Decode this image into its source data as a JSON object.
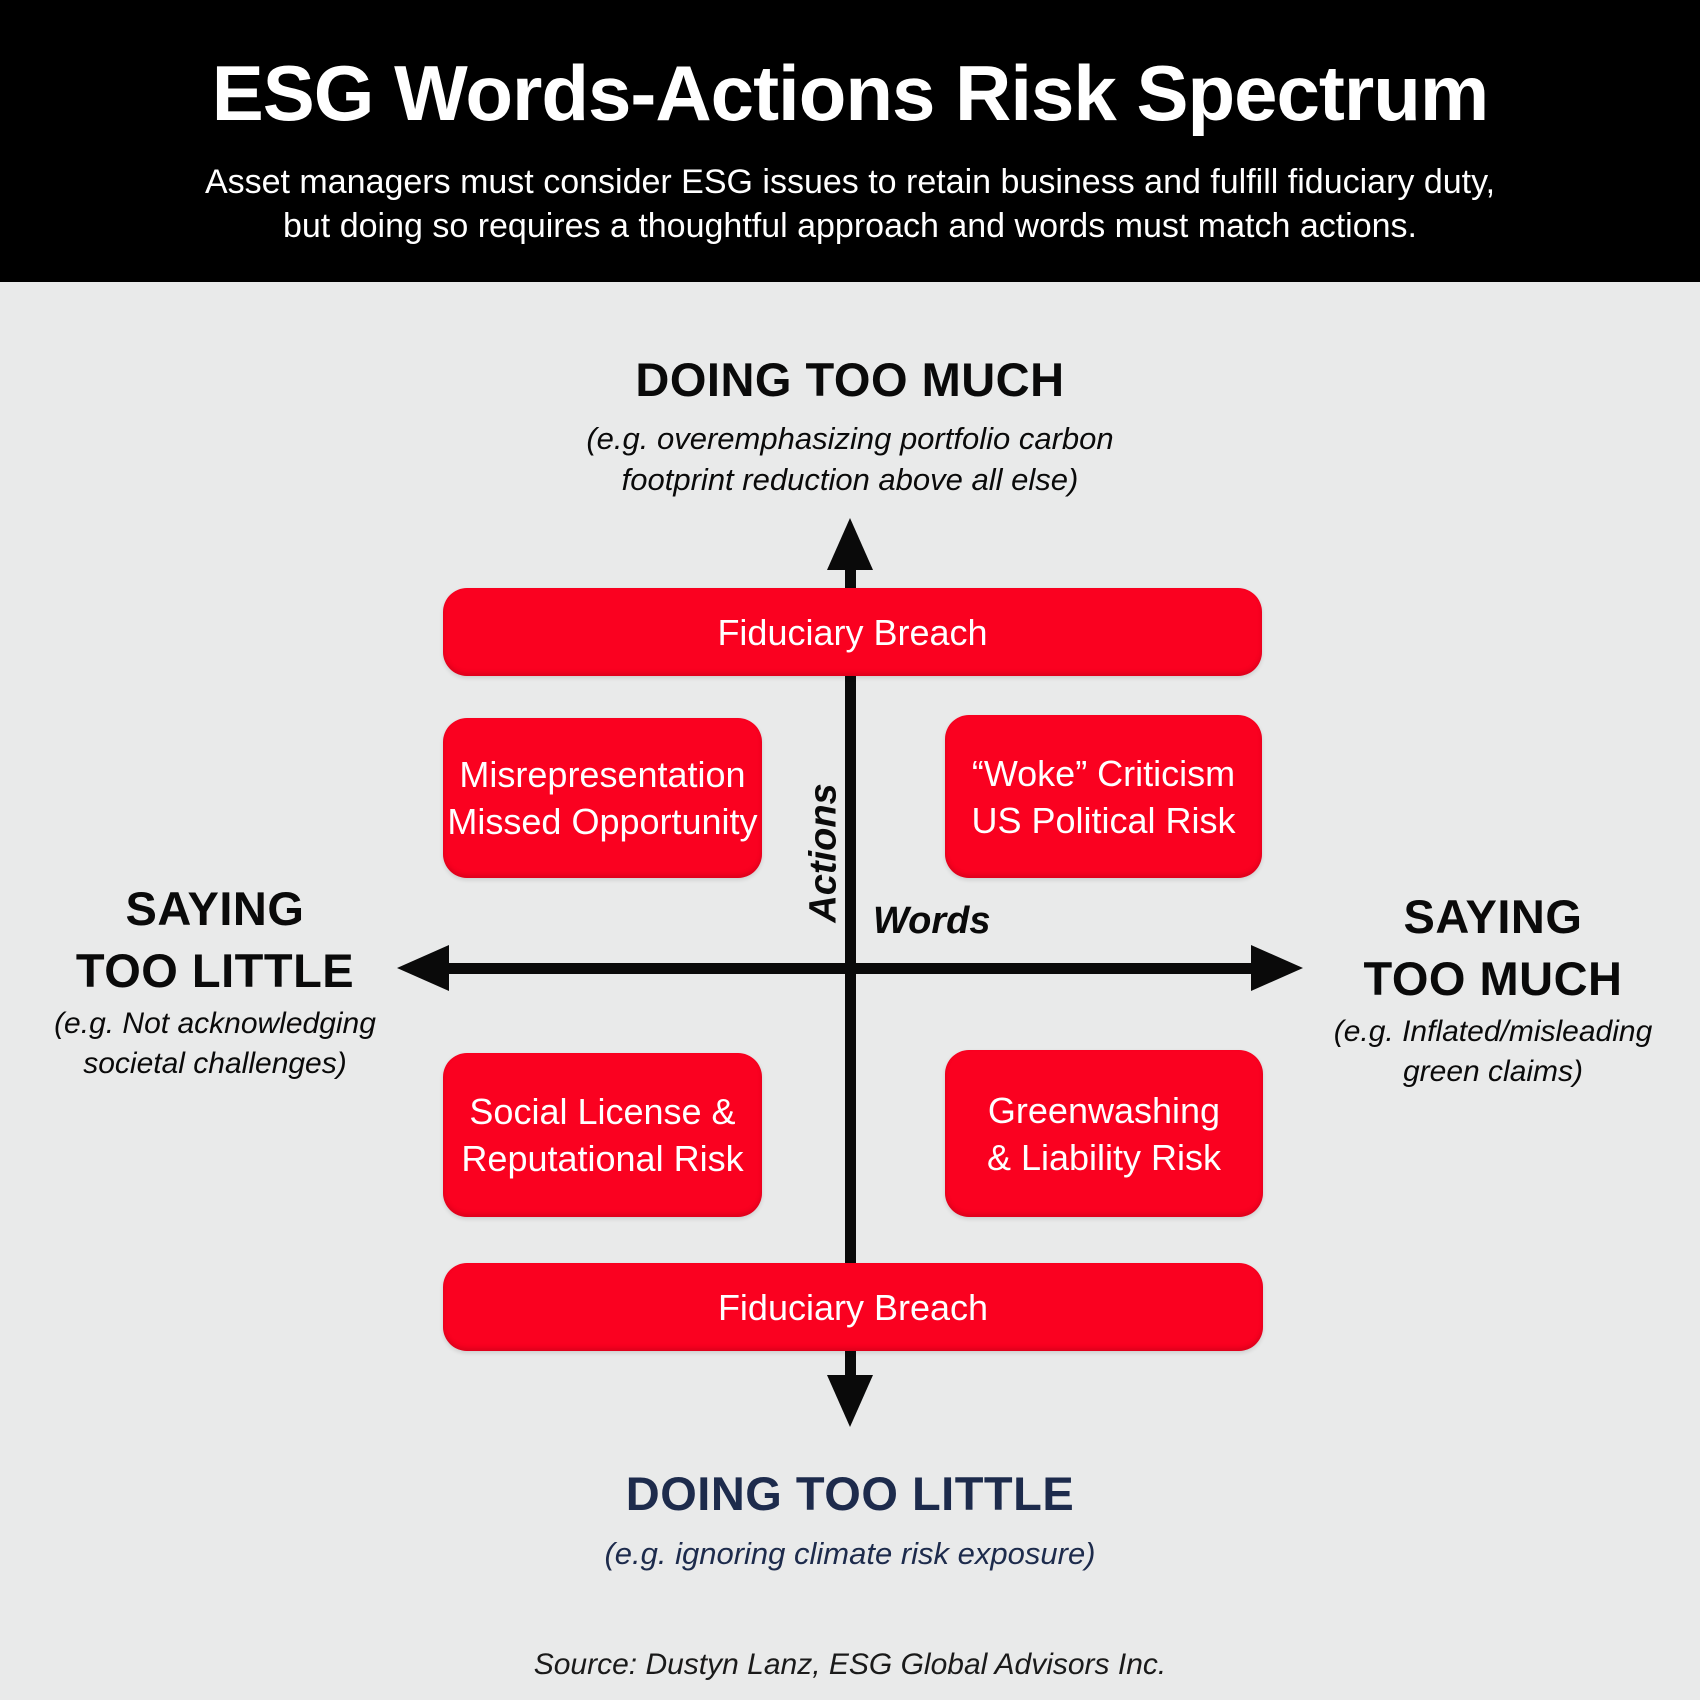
{
  "colors": {
    "header_bg": "#000000",
    "background": "#e9eaea",
    "accent_red": "#fa0120",
    "navy": "#1d2b4c",
    "ink": "#0a0a0a",
    "white": "#ffffff"
  },
  "header": {
    "title": "ESG Words-Actions Risk Spectrum",
    "subtitle_line1": "Asset managers must consider ESG issues to retain business and fulfill fiduciary duty,",
    "subtitle_line2": "but doing so requires a thoughtful approach and words must match actions."
  },
  "axes": {
    "vertical_label": "Actions",
    "horizontal_label": "Words"
  },
  "poles": {
    "top": {
      "title": "DOING TOO MUCH",
      "example_line1": "(e.g. overemphasizing portfolio carbon",
      "example_line2": "footprint reduction above all else)"
    },
    "left": {
      "title_line1": "SAYING",
      "title_line2": "TOO LITTLE",
      "example_line1": "(e.g. Not acknowledging",
      "example_line2": "societal challenges)"
    },
    "right": {
      "title_line1": "SAYING",
      "title_line2": "TOO MUCH",
      "example_line1": "(e.g. Inflated/misleading",
      "example_line2": "green claims)"
    },
    "bottom": {
      "title": "DOING TOO LITTLE",
      "example": "(e.g. ignoring climate risk exposure)"
    }
  },
  "risk_boxes": {
    "top_bar": "Fiduciary Breach",
    "upper_left_line1": "Misrepresentation",
    "upper_left_line2": "Missed Opportunity",
    "upper_right_line1": "“Woke” Criticism",
    "upper_right_line2": "US Political Risk",
    "lower_left_line1": "Social License &",
    "lower_left_line2": "Reputational Risk",
    "lower_right_line1": "Greenwashing",
    "lower_right_line2": "& Liability Risk",
    "bottom_bar": "Fiduciary Breach"
  },
  "footer": {
    "source": "Source: Dustyn Lanz, ESG Global Advisors Inc."
  }
}
